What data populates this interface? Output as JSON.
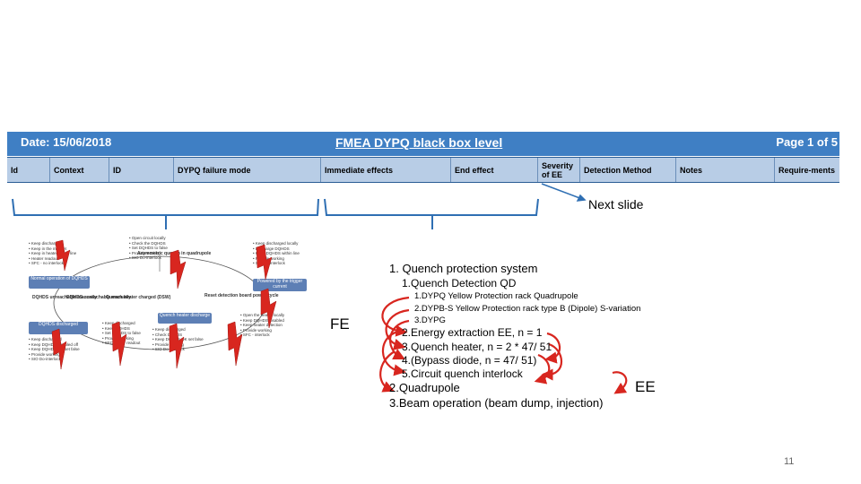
{
  "table": {
    "date": "Date: 15/06/2018",
    "title": "FMEA DYPQ black box level",
    "page": "Page 1 of 5",
    "columns": [
      "Id",
      "Context",
      "ID",
      "DYPQ failure mode",
      "Immediate effects",
      "End effect",
      "Severity of EE",
      "Detection Method",
      "Notes",
      "Require-ments"
    ]
  },
  "next_slide": "Next slide",
  "diagram": {
    "center_title": "Asymmetric quench in quadrupole",
    "box_normal": "Normal operation of DQHDS",
    "box_powered": "Powered by the trigger current",
    "box_discharge": "DQHDS discharged",
    "box_quench": "Quench heater discharge",
    "mid_left_a": "DQHDS unreachable manually",
    "mid_left_b": "DQHDS unreachable manually",
    "mid_center": "Quench heater charged (DSW)",
    "mid_right": "Reset detection board power cycle",
    "top_left_list": "• Keep discharged\n• Keep in the magnet\n• Keep in heater within line\n• Heater readout\n• SFC - no interlock",
    "top_center_list": "• Open circuit locally\n• Check the DQHDS\n• Set DQHDS to false\n• Provide working\n• SIO Do-interlock",
    "top_right_list": "• Keep discharged locally\n• Discharge DQHDS\n• Keep DQHDS within line\n• Provide working\n• SIO Do-interlock",
    "bottom_left_list": "• Keep discharged\n• Keep DQHDS disabled off\n• Keep DQHDS OK set false\n• Provide working\n• SIO Do-interlock",
    "bottom_center_list": "• Keep discharged\n• Keep DQHDS\n• Set DQHDS to false\n• Provide working\n• SFC heater readout",
    "bottom_right_list": "• Keep discharged\n• Check DQHDS\n• Keep DQHDS OK set false\n• Provide working\n• SIO Do-interlock",
    "far_right_list": "• Open the heater locally\n• Keep DQHDS disabled\n• Keep heater detection\n• Provide working\n• SFC - interlock"
  },
  "fe_label": "FE",
  "ee_label": "EE",
  "list": {
    "l1": "1. Quench protection system",
    "l1_1": "1.Quench Detection QD",
    "l1_1_1": "1.DYPQ Yellow Protection rack Quadrupole",
    "l1_1_2": "2.DYPB-S Yellow Protection rack type B (Dipole) S-variation",
    "l1_1_3": "3.DYPG",
    "l1_2": "2.Energy extraction EE, n = 1",
    "l1_3": "3.Quench heater, n = 2 * 47/ 51",
    "l1_4": "4.(Bypass diode, n = 47/ 51)",
    "l1_5": "5.Circuit quench interlock",
    "l2": "2.Quadrupole",
    "l3": "3.Beam operation (beam dump, injection)"
  },
  "page_number": "11",
  "colors": {
    "title_bar": "#3f7fc4",
    "header_row": "#b8cde6",
    "bracket": "#2f6fb3",
    "arrow_red": "#d8261f"
  }
}
